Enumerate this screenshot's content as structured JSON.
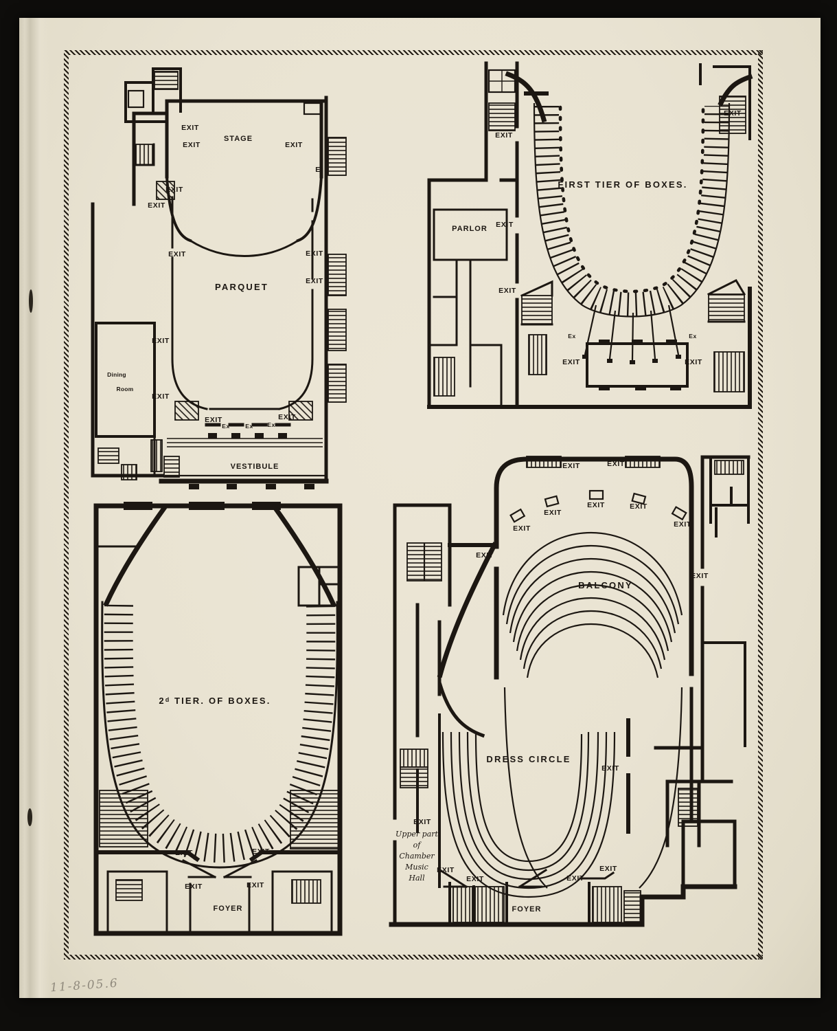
{
  "document": {
    "description": "Scanned page of four theater floor plan diagrams",
    "handwritten_note": "11-8-05.6"
  },
  "colors": {
    "ink": "#1c1712",
    "paper": "#e9e3d2",
    "background": "#0e0d0b",
    "pencil": "#8f897c"
  },
  "labels": {
    "exit": "EXIT",
    "ex": "Ex",
    "e": "E"
  },
  "plans": {
    "parquet": {
      "stage": "STAGE",
      "title": "PARQUET",
      "dining_line1": "Dining",
      "dining_line2": "Room",
      "vestibule": "VESTIBULE"
    },
    "first_tier": {
      "title": "FIRST TIER OF BOXES.",
      "parlor": "PARLOR"
    },
    "second_tier": {
      "title": "2ᵈ TIER. OF BOXES.",
      "foyer": "FOYER"
    },
    "balcony_dress": {
      "balcony": "BALCONY",
      "dress_circle": "DRESS CIRCLE",
      "foyer": "FOYER",
      "chamber_lines": [
        "Upper part",
        "of",
        "Chamber",
        "Music",
        "Hall"
      ]
    }
  }
}
